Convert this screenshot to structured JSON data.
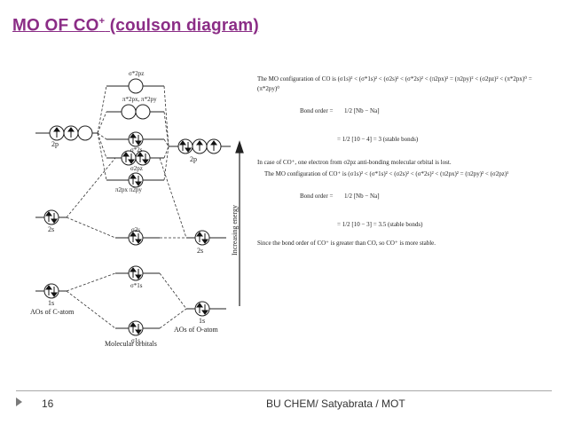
{
  "slide": {
    "title_main": "MO OF CO",
    "title_sup": "+",
    "title_rest": " (coulson diagram)",
    "page_number": "16",
    "footer": "BU CHEM/ Satyabrata / MOT"
  },
  "diagram": {
    "c_2p": "2p",
    "c_2s": "2s",
    "c_1s": "1s",
    "c_caption": "AOs of C-atom",
    "o_2p": "2p",
    "o_2s": "2s",
    "o_1s": "1s",
    "o_caption": "AOs of O-atom",
    "mo_caption": "Molecular orbitals",
    "energy_label": "Increasing energy",
    "sig2p_star": "σ*2pz",
    "pi2p_star": "π*2px, π*2py",
    "sig2p": "σ2pz",
    "pi2p": "π2px  π2py",
    "sig2s_star": "σ*2s",
    "sig2s": "σ2s",
    "sig1s_star": "σ*1s",
    "sig1s": "σ1s"
  },
  "notes": {
    "config_co_line1": "The MO configuration of CO is (σ1s)² < (σ*1s)² < (σ2s)² < (σ*2s)² < (π2px)² = (π2py)² < (σ2pz)² < (π*2px)⁰ = (π*2py)⁰",
    "bo_label": "Bond order =",
    "bo_formula": "1/2 [Nb − Na]",
    "bo_co_eq": "= 1/2 [10 − 4] = 3 (stable bonds)",
    "co_plus_note": "In case of CO⁺, one electron from σ2pz anti-bonding molecular orbital is lost.",
    "config_co_plus": "The MO configuration of CO⁺ is (σ1s)² < (σ*1s)² < (σ2s)² < (σ*2s)² < (π2px)² = (π2py)² < (σ2pz)¹",
    "bo_formula2": "1/2 [Nb − Na]",
    "bo_co_plus_eq": "= 1/2 [10 − 3] = 3.5 (stable bonds)",
    "conclusion": "Since the bond order of CO⁺ is greater than CO, so CO⁺ is more stable."
  }
}
